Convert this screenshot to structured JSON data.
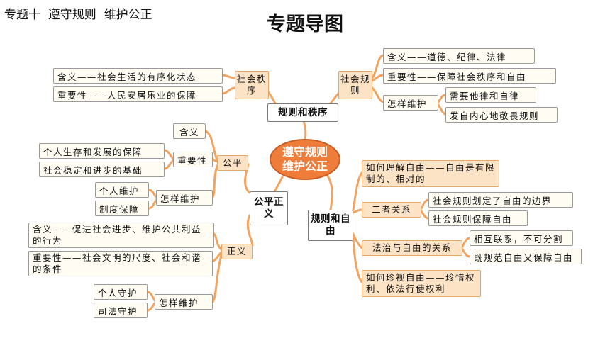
{
  "header": "专题十  遵守规则  维护公正",
  "title": "专题导图",
  "center": {
    "line1": "遵守规则",
    "line2": "维护公正"
  },
  "main_nodes": {
    "rules_order": "规则和秩序",
    "fair_justice": "公平正义",
    "rules_freedom": "规则和自由"
  },
  "rules_order": {
    "social_order": {
      "label": "社会秩序",
      "meaning": "含义——社会生活的有序化状态",
      "importance": "重要性——人民安居乐业的保障"
    },
    "social_rules": {
      "label": "社会规则",
      "meaning": "含义——道德、纪律、法律",
      "importance": "重要性——保障社会秩序和自由",
      "maintain": {
        "label": "怎样维护",
        "items": [
          "需要他律和自律",
          "发自内心地敬畏规则"
        ]
      }
    }
  },
  "fairness": {
    "label": "公平",
    "meaning": "含义",
    "importance": {
      "label": "重要性",
      "items": [
        "个人生存和发展的保障",
        "社会稳定和进步的基础"
      ]
    },
    "maintain": {
      "label": "怎样维护",
      "items": [
        "个人维护",
        "制度保障"
      ]
    }
  },
  "justice": {
    "label": "正义",
    "meaning": "含义——促进社会进步、维护公共利益的行为",
    "importance": "重要性——社会文明的尺度、社会和谐的条件",
    "maintain": {
      "label": "怎样维护",
      "items": [
        "个人守护",
        "司法守护"
      ]
    }
  },
  "freedom": {
    "understand": "如何理解自由——自由是有限制的、相对的",
    "relation": {
      "label": "二者关系",
      "items": [
        "社会规则划定了自由的边界",
        "社会规则保障自由"
      ]
    },
    "law_freedom": {
      "label": "法治与自由的关系",
      "items": [
        "相互联系，不可分割",
        "既规范自由又保障自由"
      ]
    },
    "cherish": "如何珍视自由——珍惜权利、依法行使权利"
  },
  "colors": {
    "branch": "#f2a360",
    "center": "#ee7d3c",
    "category": "#fde3c6"
  }
}
